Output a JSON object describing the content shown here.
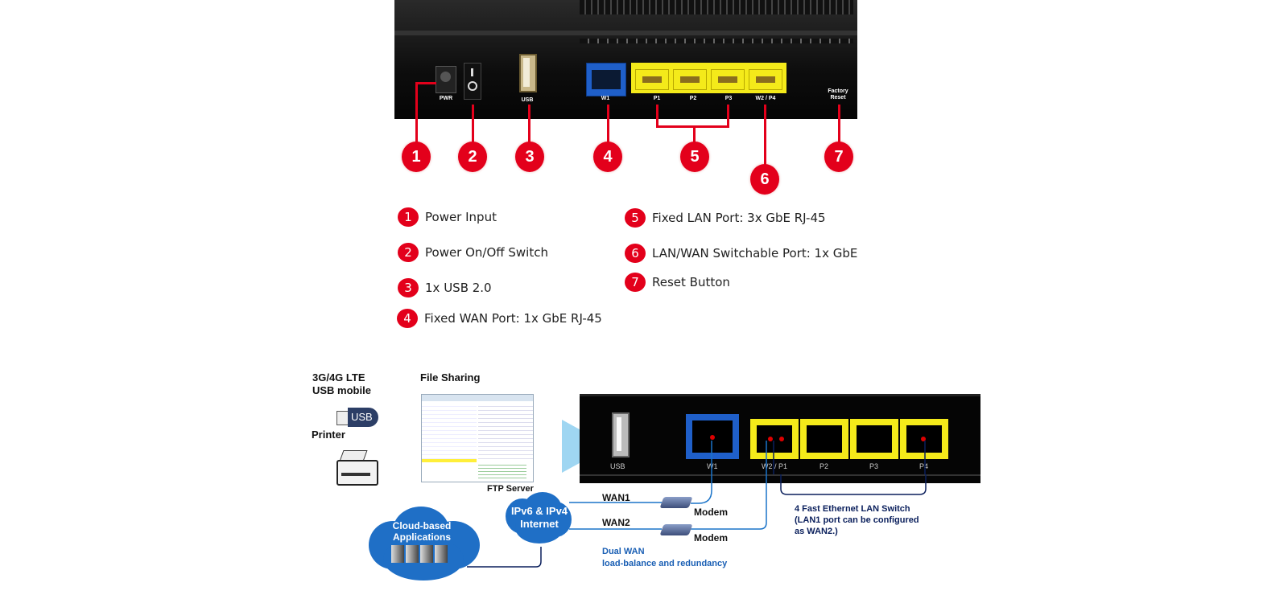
{
  "top_panel": {
    "port_labels": {
      "pwr": "PWR",
      "usb": "USB",
      "w1": "W1",
      "p1": "P1",
      "p2": "P2",
      "p3": "P3",
      "w2p4": "W2 / P4",
      "factory_reset": "Factory Reset"
    },
    "callouts": [
      "1",
      "2",
      "3",
      "4",
      "5",
      "6",
      "7"
    ]
  },
  "legend": [
    {
      "num": "1",
      "text": "Power Input"
    },
    {
      "num": "2",
      "text": "Power On/Off Switch"
    },
    {
      "num": "3",
      "text": "1x USB 2.0"
    },
    {
      "num": "4",
      "text": "Fixed WAN Port: 1x GbE RJ-45"
    },
    {
      "num": "5",
      "text": "Fixed LAN Port: 3x GbE RJ-45"
    },
    {
      "num": "6",
      "text": "LAN/WAN Switchable Port: 1x GbE"
    },
    {
      "num": "7",
      "text": "Reset Button"
    }
  ],
  "diagram": {
    "usb_mobile_label": "3G/4G LTE USB mobile",
    "usb_stick_text": "USB",
    "printer_label": "Printer",
    "file_sharing_label": "File Sharing",
    "ftp_server_label": "FTP Server",
    "port_labels": {
      "usb": "USB",
      "w1": "W1",
      "w2p1": "W2 / P1",
      "p2": "P2",
      "p3": "P3",
      "p4": "P4"
    },
    "internet_cloud": "IPv6 & IPv4 Internet",
    "cloud_apps": "Cloud-based Applications",
    "wan1": "WAN1",
    "wan2": "WAN2",
    "modem1": "Modem",
    "modem2": "Modem",
    "dual_wan_line1": "Dual WAN",
    "dual_wan_line2": "load-balance and redundancy",
    "lan_switch_line1": "4 Fast Ethernet LAN Switch",
    "lan_switch_line2": "(LAN1 port can be configured",
    "lan_switch_line3": "as WAN2.)"
  },
  "colors": {
    "accent_red": "#e3001b",
    "port_yellow": "#f4ea1a",
    "port_blue": "#1f5fc9",
    "link_blue": "#1a73c8",
    "text_dark_blue": "#0a1f5c"
  }
}
